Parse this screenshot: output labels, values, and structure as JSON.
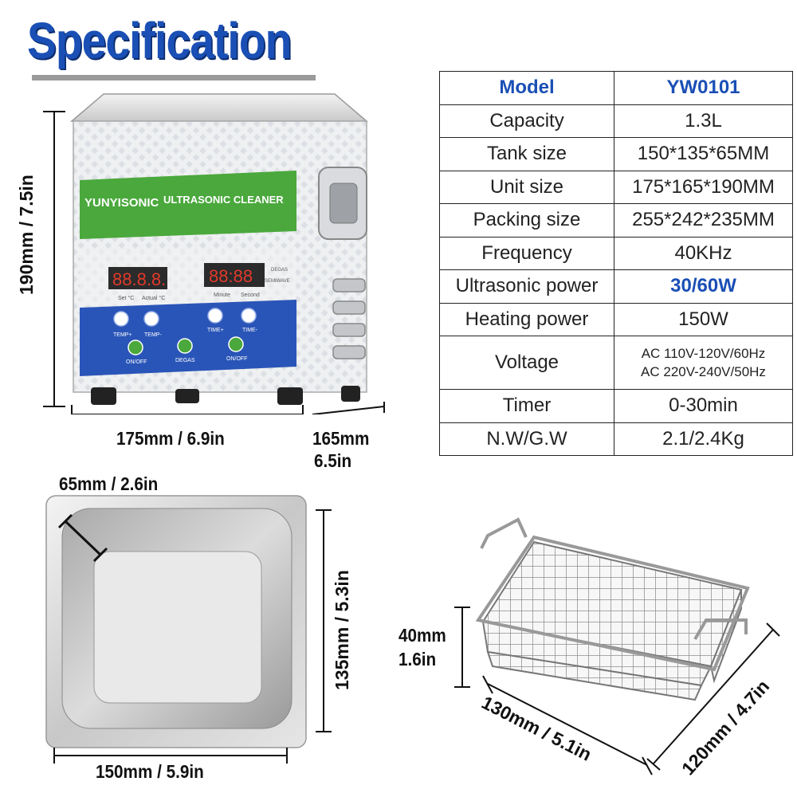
{
  "title": "Specification",
  "device": {
    "brand": "YUNYISONIC",
    "product": "ULTRASONIC CLEANER",
    "display_digits_left": "88.8.8.",
    "display_digits_right": "88:88",
    "label_set": "Set °C",
    "label_actual": "Actual °C",
    "label_minute": "Minute",
    "label_second": "Second",
    "label_degas": "DEGAS",
    "label_semiwave": "SEMIWAVE",
    "btn_temp_plus": "TEMP+",
    "btn_temp_minus": "TEMP-",
    "btn_time_plus": "TIME+",
    "btn_time_minus": "TIME-",
    "btn_onoff_1": "ON/OFF",
    "btn_degas": "DEGAS",
    "btn_onoff_2": "ON/OFF"
  },
  "dimensions": {
    "unit_height": "190mm / 7.5in",
    "unit_width": "175mm / 6.9in",
    "unit_depth_mm": "165mm",
    "unit_depth_in": "6.5in",
    "tank_depth": "65mm / 2.6in",
    "tank_length": "135mm / 5.3in",
    "tank_width": "150mm / 5.9in",
    "basket_height_mm": "40mm",
    "basket_height_in": "1.6in",
    "basket_length": "130mm / 5.1in",
    "basket_width": "120mm / 4.7in"
  },
  "spec_table": {
    "header": {
      "label": "Model",
      "value": "YW0101"
    },
    "rows": [
      {
        "label": "Capacity",
        "value": "1.3L"
      },
      {
        "label": "Tank size",
        "value": "150*135*65MM"
      },
      {
        "label": "Unit size",
        "value": "175*165*190MM"
      },
      {
        "label": "Packing size",
        "value": "255*242*235MM"
      },
      {
        "label": "Frequency",
        "value": "40KHz"
      },
      {
        "label": "Ultrasonic power",
        "value": "30/60W"
      },
      {
        "label": "Heating power",
        "value": "150W"
      },
      {
        "label": "Voltage",
        "value_line1": "AC 110V-120V/60Hz",
        "value_line2": "AC 220V-240V/50Hz"
      },
      {
        "label": "Timer",
        "value": "0-30min"
      },
      {
        "label": "N.W/G.W",
        "value": "2.1/2.4Kg"
      }
    ]
  },
  "colors": {
    "accent_blue": "#1a4fb5",
    "label_green": "#4aa83c",
    "panel_blue": "#2a55b8"
  }
}
